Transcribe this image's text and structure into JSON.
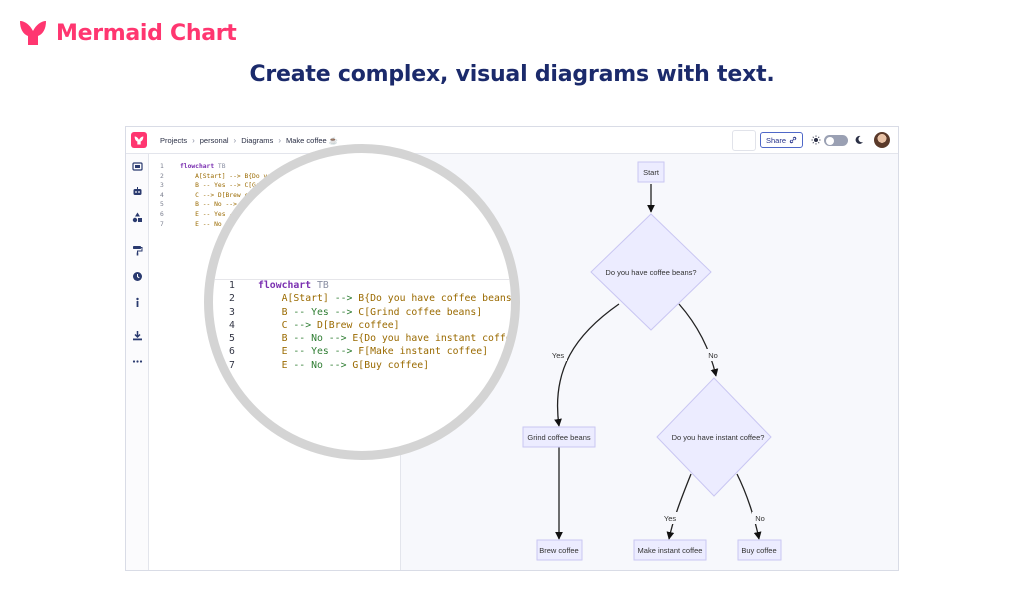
{
  "brand": {
    "name": "Mermaid Chart",
    "color": "#ff3670"
  },
  "headline": "Create complex, visual diagrams with text.",
  "app": {
    "breadcrumbs": [
      "Projects",
      "personal",
      "Diagrams",
      "Make coffee ☕"
    ],
    "share_label": "Share",
    "sidebar_icons": [
      "diagrams-icon",
      "ai-bot-icon",
      "shapes-icon",
      "paint-roller-icon",
      "history-icon",
      "info-icon",
      "download-icon",
      "more-icon"
    ]
  },
  "editor": {
    "line_numbers": [
      "1",
      "2",
      "3",
      "4",
      "5",
      "6",
      "7"
    ],
    "small_lines": [
      "flowchart TB",
      "    A[Start] --> B{Do you hav",
      "    B -- Yes --> C[Grind c",
      "    C --> D[Brew coffe",
      "    B -- No --> E{Do",
      "    E -- Yes -->",
      "    E -- No -->"
    ],
    "code": [
      [
        {
          "t": "flowchart",
          "c": "kw"
        },
        {
          "t": " TB",
          "c": "dir"
        }
      ],
      [
        {
          "t": "    A",
          "c": "id"
        },
        {
          "t": "[Start]",
          "c": "txt"
        },
        {
          "t": " --> ",
          "c": "arrow"
        },
        {
          "t": "B",
          "c": "id"
        },
        {
          "t": "{Do you have coffee beans?}",
          "c": "txt"
        }
      ],
      [
        {
          "t": "    B",
          "c": "id"
        },
        {
          "t": " -- Yes --> ",
          "c": "arrow"
        },
        {
          "t": "C",
          "c": "id"
        },
        {
          "t": "[Grind coffee beans]",
          "c": "txt"
        }
      ],
      [
        {
          "t": "    C",
          "c": "id"
        },
        {
          "t": " --> ",
          "c": "arrow"
        },
        {
          "t": "D",
          "c": "id"
        },
        {
          "t": "[Brew coffee]",
          "c": "txt"
        }
      ],
      [
        {
          "t": "    B",
          "c": "id"
        },
        {
          "t": " -- No --> ",
          "c": "arrow"
        },
        {
          "t": "E",
          "c": "id"
        },
        {
          "t": "{Do you have instant coffee?}",
          "c": "txt"
        }
      ],
      [
        {
          "t": "    E",
          "c": "id"
        },
        {
          "t": " -- Yes --> ",
          "c": "arrow"
        },
        {
          "t": "F",
          "c": "id"
        },
        {
          "t": "[Make instant coffee]",
          "c": "txt"
        }
      ],
      [
        {
          "t": "    E",
          "c": "id"
        },
        {
          "t": " -- No --> ",
          "c": "arrow"
        },
        {
          "t": "G",
          "c": "id"
        },
        {
          "t": "[Buy coffee]",
          "c": "txt"
        }
      ]
    ]
  },
  "diagram": {
    "nodes": {
      "start": "Start",
      "q1": "Do you have coffee beans?",
      "grind": "Grind coffee beans",
      "q2": "Do you have instant coffee?",
      "brew": "Brew coffee",
      "instant": "Make instant coffee",
      "buy": "Buy coffee"
    },
    "edges": {
      "yes1": "Yes",
      "no1": "No",
      "yes2": "Yes",
      "no2": "No"
    },
    "node_fill": "#ececff",
    "node_stroke": "#9370db"
  }
}
